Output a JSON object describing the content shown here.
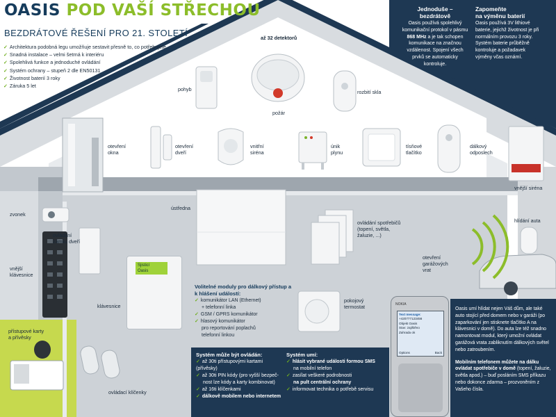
{
  "brand": {
    "name": "OASIS",
    "tagline": "POD VAŠÍ STŘECHOU"
  },
  "subtitle": "BEZDRÁTOVÉ ŘEŠENÍ PRO 21. STOLETÍ",
  "features": [
    "Architektura podobná legu umožňuje sestavit přesně to, co potřebujete",
    "Snadná instalace – velmi šetrná k interiéru",
    "Spolehlivá funkce a jednoduché ovládání",
    "Systém ochrany – stupeň 2 dle EN50131",
    "Životnost baterií 3 roky",
    "Záruka 5 let"
  ],
  "info_wireless": {
    "heading1": "Jednoduše –",
    "heading2": "bezdrátově",
    "text": "Oasis používá spolehlivý komunikační protokol v pásmu",
    "bold": "868 MHz",
    "text2": "a je tak schopen komunikace na značnou vzdálenost. Spojení všech prvků se automaticky kontroluje."
  },
  "info_battery": {
    "heading1": "Zapomeňte",
    "heading2": "na výměnu baterií",
    "text": "Oasis používá 3V lithiové baterie, jejichž životnost je při normálním provozu 3 roky. Systém baterie průběžně kontroluje a požadavek výměny včas oznámí."
  },
  "labels": {
    "detectors": "až 32 detektorů",
    "motion": "pohyb",
    "fire": "požár",
    "glass": "rozbití skla",
    "window": "otevření okna",
    "door": "otevření dveří",
    "indoor_siren": "vnitřní siréna",
    "gas": "únik plynu",
    "panic": "tísňové tlačítko",
    "remote_socket": "dálkový odposlech",
    "outdoor_siren": "vnější siréna",
    "doorbell": "zvonek",
    "control_unit": "ústředna",
    "door_lock": "ovládání zámku dveří",
    "appliances": "ovládání spotřebičů (topení, světla, žaluzie, ...)",
    "garage": "otevření garážových vrat",
    "car_guard": "hlídání auta",
    "outer_keypad": "vnější klávesnice",
    "keypad": "klávesnice",
    "thermostat": "pokojový termostat",
    "cards": "přístupové karty a přívěsky",
    "keyfobs": "ovládací klíčenky"
  },
  "modules": {
    "heading": "Volitelné moduly pro dálkový přístup a k hlášení událostí:",
    "items": [
      {
        "text": "komunikátor LAN (Ethernet)",
        "indent": false
      },
      {
        "text": "+ telefonní linka",
        "indent": true
      },
      {
        "text": "GSM / GPRS komunikátor",
        "indent": false
      },
      {
        "text": "hlasový komunikátor",
        "indent": false
      },
      {
        "text": "pro reportování poplachů",
        "indent": true
      },
      {
        "text": "telefonní linkou",
        "indent": true
      }
    ]
  },
  "control_methods": {
    "heading": "Systém může být ovládán:",
    "items": [
      "až 30ti přístupovými kartami (přívěsky)",
      "až 30ti PIN kódy (pro vyšší bezpeč-",
      "nost lze kódy a karty kombinovat)",
      "až 16ti klíčenkami",
      "dálkově mobilem nebo internetem"
    ]
  },
  "system_can": {
    "heading": "Systém umí:",
    "items": [
      "hlásit vybrané události formou SMS",
      "na mobilní telefon",
      "zasílat veškeré podrobnosti",
      "na pult centrální ochrany",
      "informovat technika o potřebě servisu"
    ]
  },
  "keypad_display": {
    "line1": "Sjisticí",
    "line2": "Oasis"
  },
  "phone": {
    "brand": "NOKIA",
    "screen_title": "Text message:",
    "from": "+420777123456",
    "msg": "Objekt Oasis",
    "status": "Stav: zajištěno",
    "extra": "Zahrada ok",
    "left_soft": "Options",
    "right_soft": "Back"
  },
  "mobile_info": {
    "p1": "Oasis umí hlídat nejen Váš dům, ale také auto stojící před domem nebo v garáži (po zaparkování jen stisknete tlačítko A na klávesnici v domě). Do auta lze též snadno namontovat modul, který umožní ovládat garážová vrata zabliknutím dálkových světel nebo zatroubením.",
    "p2_bold": "Mobilním telefonem můžete na dálku ovládat spotřebiče v domě",
    "p2": "(topení, žaluzie, světla apod.) – buď posláním SMS příkazu nebo dokonce zdarma – prozvoněním z Vašeho čísla."
  },
  "colors": {
    "house_dark": "#1d3550",
    "house_mid": "#2b4766",
    "wall_light": "#c5cbd1",
    "roof_band": "#d9dde1",
    "accent_green": "#8cbd2a",
    "title_green": "#8cbd2a",
    "title_blue": "#163c5c"
  }
}
